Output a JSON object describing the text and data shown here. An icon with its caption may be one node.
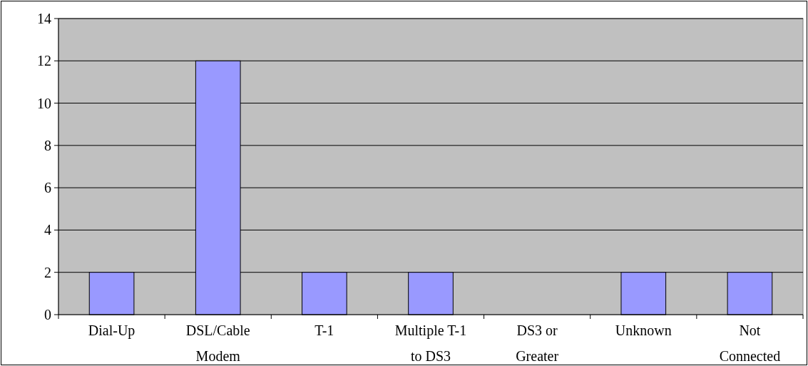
{
  "diagram": {
    "chart_data": {
      "type": "bar",
      "categories": [
        "Dial-Up",
        "DSL/Cable Modem",
        "T-1",
        "Multiple T-1 to DS3",
        "DS3 or Greater",
        "Unknown",
        "Not Connected"
      ],
      "series": [
        {
          "color": "#9999ff",
          "values": [
            2,
            12,
            2,
            2,
            0,
            2,
            2
          ]
        }
      ],
      "ylim": [
        0,
        14
      ],
      "grid": true,
      "yticks": [
        0,
        2,
        4,
        6,
        8,
        10,
        12,
        14
      ]
    }
  }
}
